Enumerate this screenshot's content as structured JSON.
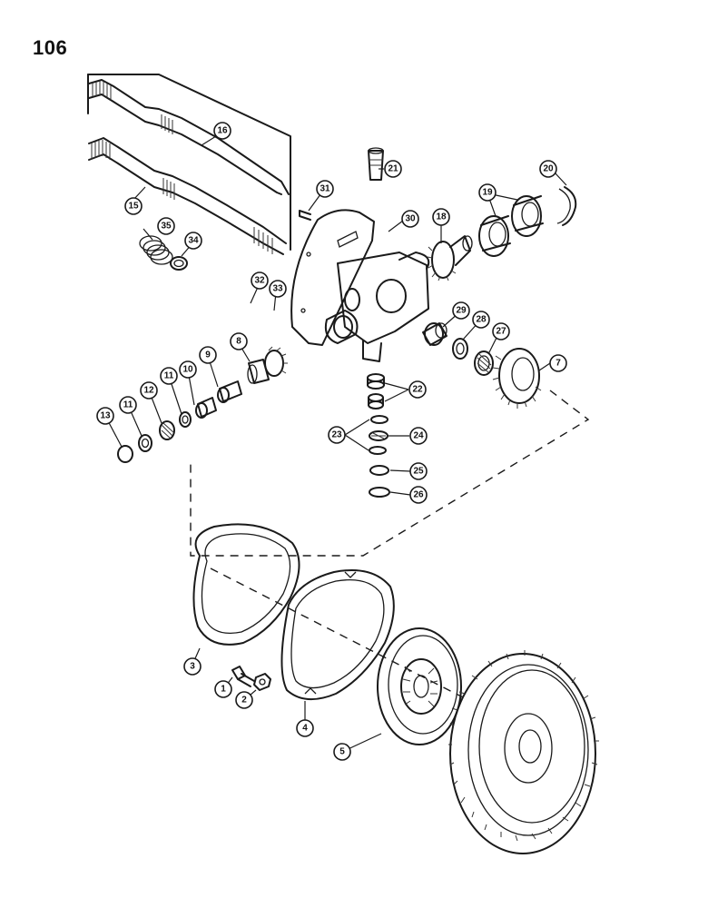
{
  "page": {
    "number": "106"
  },
  "callouts": [
    {
      "label": "1"
    },
    {
      "label": "2"
    },
    {
      "label": "3"
    },
    {
      "label": "4"
    },
    {
      "label": "5"
    },
    {
      "label": "7"
    },
    {
      "label": "8"
    },
    {
      "label": "9"
    },
    {
      "label": "10"
    },
    {
      "label": "11"
    },
    {
      "label": "11"
    },
    {
      "label": "12"
    },
    {
      "label": "13"
    },
    {
      "label": "15"
    },
    {
      "label": "16"
    },
    {
      "label": "18"
    },
    {
      "label": "19"
    },
    {
      "label": "20"
    },
    {
      "label": "21"
    },
    {
      "label": "22"
    },
    {
      "label": "23"
    },
    {
      "label": "24"
    },
    {
      "label": "25"
    },
    {
      "label": "26"
    },
    {
      "label": "27"
    },
    {
      "label": "28"
    },
    {
      "label": "29"
    },
    {
      "label": "30"
    },
    {
      "label": "31"
    },
    {
      "label": "32"
    },
    {
      "label": "33"
    },
    {
      "label": "34"
    },
    {
      "label": "35"
    }
  ]
}
